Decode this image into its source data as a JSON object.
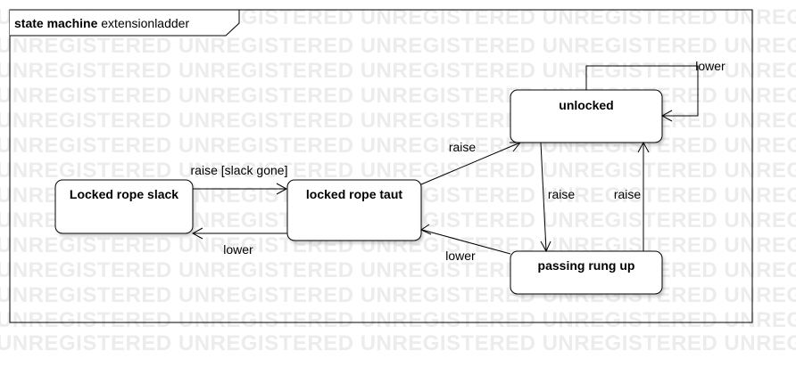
{
  "watermark": {
    "text": "UNREGISTERED UNREGISTERED UNREGISTERED UNREGISTERED UNREGISTERED"
  },
  "frame": {
    "keyword": "state machine",
    "name": "extensionladder"
  },
  "states": {
    "locked_rope_slack": "Locked rope slack",
    "locked_rope_taut": "locked rope taut",
    "unlocked": "unlocked",
    "passing_rung_up": "passing rung up"
  },
  "transitions": {
    "slack_to_taut": "raise [slack gone]",
    "taut_to_slack": "lower",
    "taut_to_unlocked": "raise",
    "passing_to_taut": "lower",
    "unlocked_to_passing": "raise",
    "passing_to_unlocked": "raise",
    "unlocked_self": "lower"
  }
}
